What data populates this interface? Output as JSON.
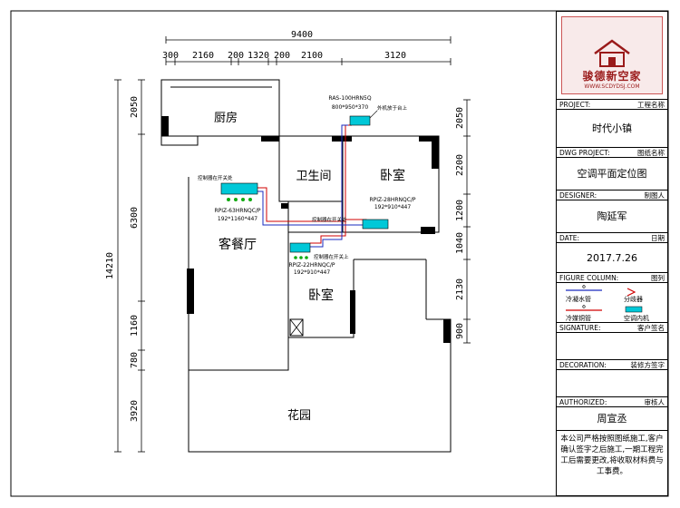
{
  "dims": {
    "total_width": "9400",
    "top": [
      "300",
      "2160",
      "200",
      "1320",
      "200",
      "2100",
      "3120"
    ],
    "total_height": "14210",
    "left": [
      "2050",
      "6300",
      "1160",
      "780",
      "3920"
    ],
    "right": [
      "2050",
      "2200",
      "1200",
      "1040",
      "2130",
      "900"
    ]
  },
  "rooms": {
    "kitchen": "厨房",
    "bathroom": "卫生间",
    "bedroom_main": "卧室",
    "living": "客餐厅",
    "bedroom2": "卧室",
    "garden": "花园"
  },
  "units": {
    "outdoor_model": "RAS-100HRN5Q",
    "outdoor_size": "800*950*370",
    "outdoor_note": "外机放于台上",
    "bedroom_model": "RPIZ-28HRNQC/P",
    "bedroom_size": "192*910*447",
    "living_model": "RPIZ-63HRNQC/P",
    "living_size": "192*1160*447",
    "living_note": "控制器在开关处",
    "bedroom2_model": "RPIZ-22HRNQC/P",
    "bedroom2_size": "192*910*447",
    "bedroom2_note": "控制器在开关上",
    "bath_note": "控制器在开关处"
  },
  "title_block": {
    "logo_name": "骏德新空家",
    "logo_url": "WWW.SCDYDSJ.COM",
    "project_label": "PROJECT:",
    "project_label_cn": "工程名称",
    "project_value": "时代小镇",
    "dwg_label": "DWG PROJECT:",
    "dwg_label_cn": "图纸名称",
    "dwg_value": "空调平面定位图",
    "designer_label": "DESIGNER:",
    "designer_label_cn": "制图人",
    "designer_value": "陶延军",
    "date_label": "DATE:",
    "date_label_cn": "日期",
    "date_value": "2017.7.26",
    "figure_label": "FIGURE COLUMN:",
    "figure_label_cn": "图列",
    "legend_drain": "冷凝水管",
    "legend_splitter": "分歧器",
    "legend_copper": "冷媒铜管",
    "legend_indoor": "空调内机",
    "legend_line_tag": "Φ",
    "signature_label": "SIGNATURE:",
    "signature_label_cn": "客户签名",
    "decoration_label": "DECORATION:",
    "decoration_label_cn": "装修方签字",
    "authorized_label": "AUTHORIZED:",
    "authorized_label_cn": "审核人",
    "authorized_value": "周宣丞",
    "note": "本公司严格按照图纸施工,客户确认签字之后施工,一期工程完工后需要更改,将收取材料费与工事费。"
  },
  "colors": {
    "wall": "#000000",
    "copper_pipe": "#d00000",
    "drain_pipe": "#1a2bbf",
    "indoor_unit": "#00c8d8",
    "outdoor_unit": "#00c8d8",
    "logo_red": "#9a1a1a"
  }
}
